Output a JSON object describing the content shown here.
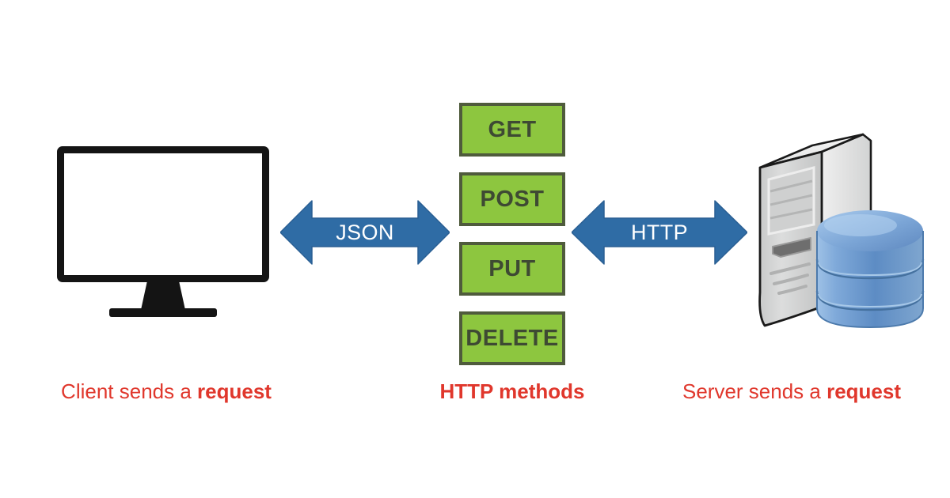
{
  "diagram": {
    "title": "HTTP client-server request diagram",
    "background": "#FFFFFF",
    "colors": {
      "method_fill": "#8DC63F",
      "method_border": "#4F5B3C",
      "method_text": "#3E4A33",
      "arrow_blue": "#2F6CA5",
      "arrow_blue_dark": "#2A5F93",
      "caption_red": "#E0372C",
      "monitor_outline": "#141414",
      "server_body": "#D9DADA",
      "server_top": "#F1F1F1",
      "database_blue": "#6E9FD4",
      "database_blue_dark": "#4F7CB5"
    }
  },
  "client": {
    "icon": "monitor-icon",
    "caption_prefix": "Client sends a ",
    "caption_emphasis": "request"
  },
  "connections": [
    {
      "id": "json-arrow",
      "label": "JSON",
      "direction": "bidirectional",
      "icon": "double-arrow-icon"
    },
    {
      "id": "http-arrow",
      "label": "HTTP",
      "direction": "bidirectional",
      "icon": "double-arrow-icon"
    }
  ],
  "methods": {
    "caption": "HTTP methods",
    "items": [
      {
        "label": "GET"
      },
      {
        "label": "POST"
      },
      {
        "label": "PUT"
      },
      {
        "label": "DELETE"
      }
    ]
  },
  "server": {
    "icon": "server-tower-icon",
    "database_icon": "database-cylinder-icon",
    "caption_prefix": "Server sends a ",
    "caption_emphasis": "request"
  }
}
